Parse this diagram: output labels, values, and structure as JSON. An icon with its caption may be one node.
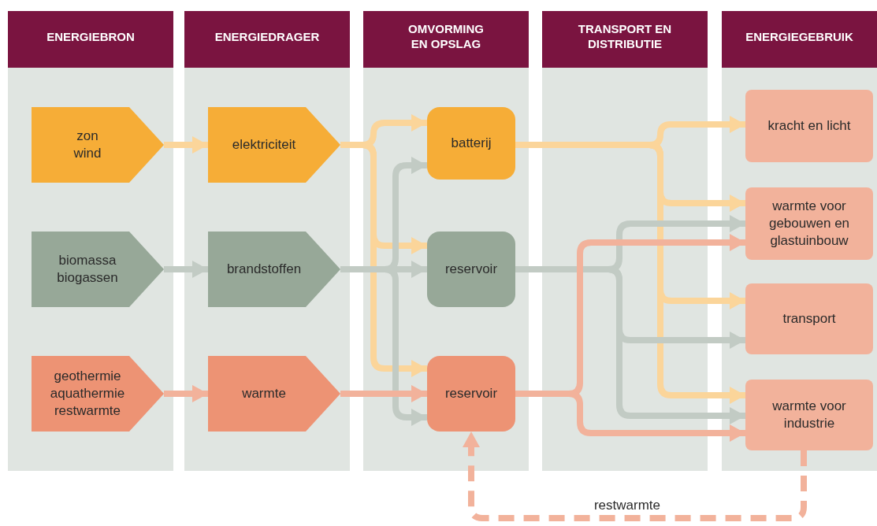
{
  "diagram": {
    "nodes": [
      {
        "text": [
          "zon wind"
        ]
      },
      {
        "text": [
          "biomassa biogassen"
        ]
      },
      {
        "text": [
          "geothermie aquathermie restwarmte"
        ]
      },
      {
        "text": [
          "elektriciteit"
        ]
      },
      {
        "text": [
          "brandstoffen"
        ]
      },
      {
        "text": [
          "warmte"
        ]
      },
      {
        "text": [
          "batterij"
        ]
      },
      {
        "text": [
          "reservoir"
        ]
      },
      {
        "text": [
          "reservoir"
        ]
      },
      {
        "text": [
          "kracht en licht"
        ]
      },
      {
        "text": [
          "warmte voor gebouwen en glastuinbouw"
        ]
      },
      {
        "text": [
          "transport"
        ]
      },
      {
        "text": [
          "warmte voor industrie"
        ]
      }
    ],
    "edges": [
      {
        "from": 0,
        "to": 3,
        "arrow": "to"
      },
      {
        "from": 1,
        "to": 4,
        "arrow": "to",
        "color": "#c2cbc4"
      },
      {
        "from": 2,
        "to": 5,
        "arrow": "to",
        "color": "#f2b29b"
      },
      {
        "from": 3,
        "to": 6,
        "arrow": "to"
      },
      {
        "from": 3,
        "to": 7,
        "arrow": "to"
      },
      {
        "from": 3,
        "to": 8,
        "arrow": "to"
      },
      {
        "from": 4,
        "to": 7,
        "arrow": "to",
        "color": "#c2cbc4"
      },
      {
        "from": 4,
        "to": 6,
        "arrow": "to",
        "color": "#c2cbc4"
      },
      {
        "from": 4,
        "to": 8,
        "arrow": "to",
        "color": "#c2cbc4"
      },
      {
        "from": 5,
        "to": 8,
        "arrow": "to",
        "color": "#f2b29b"
      },
      {
        "from": 6,
        "to": 9,
        "arrow": "to"
      },
      {
        "from": 6,
        "to": 10,
        "arrow": "to"
      },
      {
        "from": 6,
        "to": 11,
        "arrow": "to"
      },
      {
        "from": 6,
        "to": 12,
        "arrow": "to"
      },
      {
        "from": 7,
        "to": 10,
        "arrow": "to",
        "color": "#c2cbc4"
      },
      {
        "from": 7,
        "to": 11,
        "arrow": "to",
        "color": "#c2cbc4"
      },
      {
        "from": 7,
        "to": 12,
        "arrow": "to",
        "color": "#c2cbc4"
      },
      {
        "from": 8,
        "to": 10,
        "arrow": "to",
        "color": "#f2b29b"
      },
      {
        "from": 8,
        "to": 12,
        "arrow": "to",
        "color": "#f2b29b"
      },
      {
        "from": 12,
        "to": 8,
        "arrow": "to",
        "label": "restwarmte",
        "style": "dashed",
        "color": "#f2b29b"
      }
    ],
    "labels": [
      "ENERGIEBRON",
      "ENERGIEDRAGER",
      "OMVORMING EN OPSLAG",
      "TRANSPORT EN DISTRIBUTIE",
      "ENERGIEGEBRUIK"
    ]
  }
}
